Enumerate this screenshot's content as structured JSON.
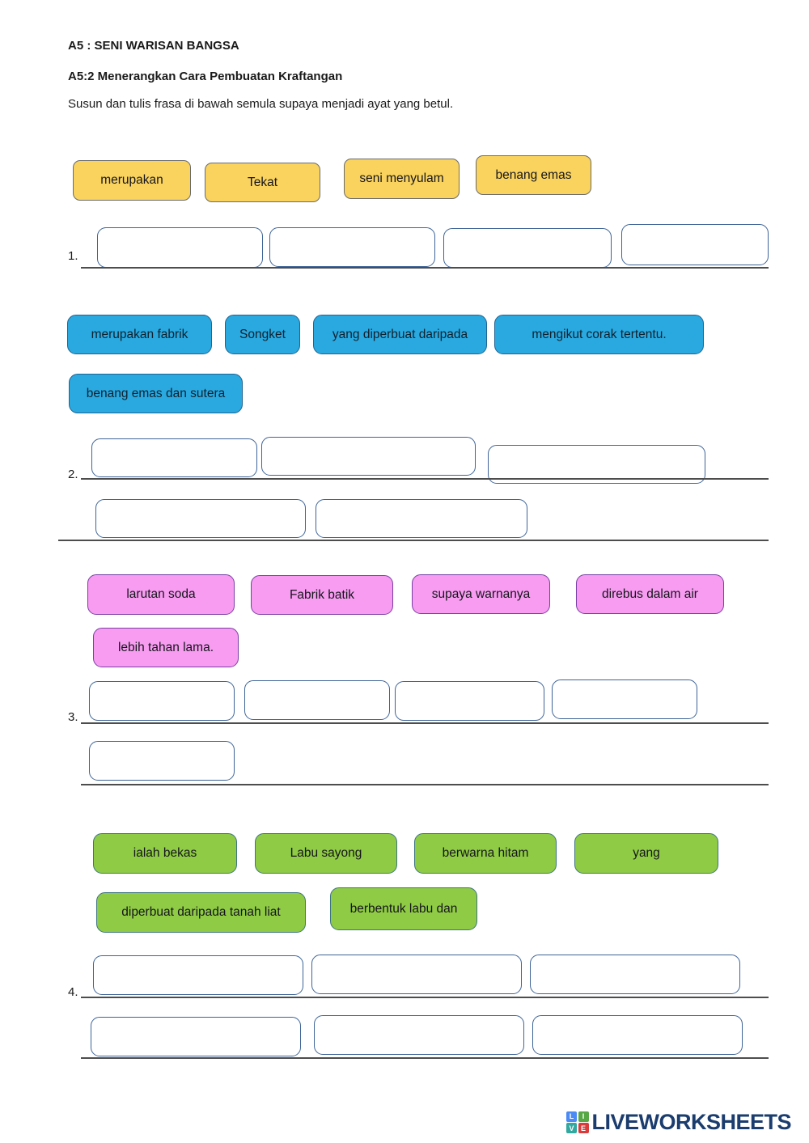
{
  "page": {
    "title": "A5 : SENI WARISAN BANGSA",
    "subtitle": "A5:2 Menerangkan Cara Pembuatan Kraftangan",
    "instruction": "Susun dan tulis frasa di bawah semula supaya menjadi ayat yang betul."
  },
  "q1": {
    "label": "1.",
    "chip_color": "#F9D35E",
    "chips": [
      "merupakan",
      "Tekat",
      "seni menyulam",
      "benang emas"
    ]
  },
  "q2": {
    "label": "2.",
    "chip_color": "#29A9E0",
    "chips": [
      "merupakan fabrik",
      "Songket",
      "yang diperbuat daripada",
      "mengikut corak tertentu.",
      "benang emas dan sutera"
    ]
  },
  "q3": {
    "label": "3.",
    "chip_color": "#F79CF0",
    "chips": [
      "larutan soda",
      "Fabrik batik",
      "supaya warnanya",
      "direbus dalam air",
      "lebih tahan lama."
    ]
  },
  "q4": {
    "label": "4.",
    "chip_color": "#8FCB44",
    "chips": [
      "ialah bekas",
      "Labu sayong",
      "berwarna hitam",
      "yang",
      "diperbuat daripada tanah liat",
      "berbentuk labu dan"
    ]
  },
  "colors": {
    "answer_box_border": "#3e6497",
    "answer_line": "#4d4d4d",
    "brand_text": "#1B3C6E",
    "logo_squares": [
      "#4C8BF5",
      "#57A746",
      "#31A8A0",
      "#D93B3B"
    ]
  },
  "footer": {
    "brand": "LIVEWORKSHEETS",
    "icon_letters": {
      "l": "L",
      "i": "I",
      "v": "V",
      "e": "E"
    }
  }
}
